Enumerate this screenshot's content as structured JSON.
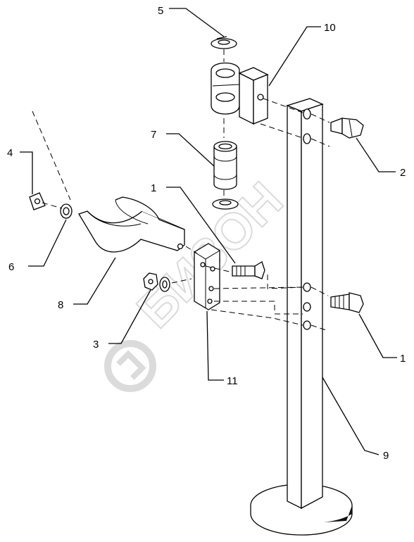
{
  "watermark": "БИЗОН",
  "callouts": [
    "5",
    "10",
    "7",
    "2",
    "4",
    "1",
    "6",
    "8",
    "3",
    "11",
    "1",
    "9"
  ]
}
